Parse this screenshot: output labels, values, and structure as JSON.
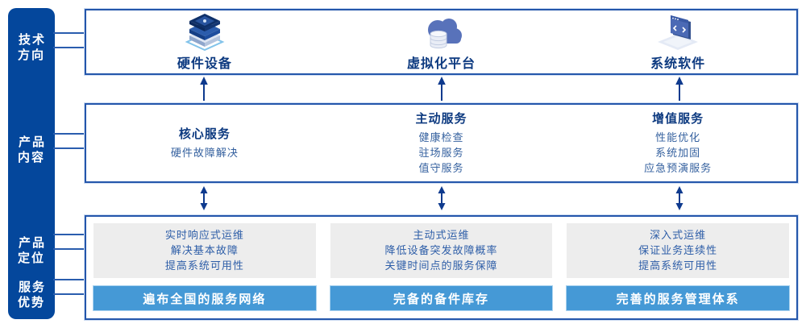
{
  "colors": {
    "sidebar_bg": "#04479c",
    "panel_border": "#2456ab",
    "heading_text": "#0d3a80",
    "body_text": "#35619f",
    "gray_panel_bg": "#ededed",
    "bar_bg": "#4599d6",
    "bar_text": "#ffffff",
    "arrow": "#0e3a8e"
  },
  "sidebar": {
    "items": [
      {
        "line1": "技术",
        "line2": "方向"
      },
      {
        "line1": "产品",
        "line2": "内容"
      },
      {
        "line1": "产品",
        "line2": "定位"
      },
      {
        "line1": "服务",
        "line2": "优势"
      }
    ]
  },
  "top_section": {
    "items": [
      {
        "icon": "server-stack-icon",
        "label": "硬件设备"
      },
      {
        "icon": "cloud-database-icon",
        "label": "虚拟化平台"
      },
      {
        "icon": "software-window-icon",
        "label": "系统软件"
      }
    ]
  },
  "middle_section": {
    "columns": [
      {
        "title": "核心服务",
        "items": [
          "硬件故障解决"
        ]
      },
      {
        "title": "主动服务",
        "items": [
          "健康检查",
          "驻场服务",
          "值守服务"
        ]
      },
      {
        "title": "增值服务",
        "items": [
          "性能优化",
          "系统加固",
          "应急预演服务"
        ]
      }
    ]
  },
  "bottom_section": {
    "columns": [
      {
        "lines": [
          "实时响应式运维",
          "解决基本故障",
          "提高系统可用性"
        ],
        "bar": "遍布全国的服务网络"
      },
      {
        "lines": [
          "主动式运维",
          "降低设备突发故障概率",
          "关键时间点的服务保障"
        ],
        "bar": "完备的备件库存"
      },
      {
        "lines": [
          "深入式运维",
          "保证业务连续性",
          "提高系统可用性"
        ],
        "bar": "完善的服务管理体系"
      }
    ]
  }
}
